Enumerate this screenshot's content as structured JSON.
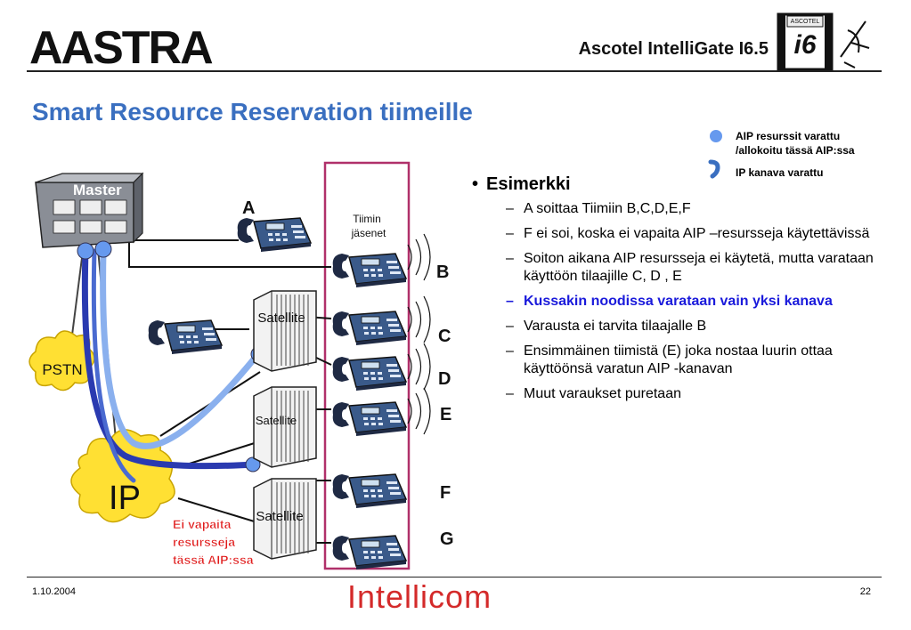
{
  "header": {
    "logo_text": "AASTRA",
    "product": "Ascotel IntelliGate I6.5",
    "badge_text": "i6",
    "badge_small": "ASCOTEL"
  },
  "title": "Smart Resource Reservation tiimeille",
  "legend": {
    "aip_line1": "AIP resurssit varattu",
    "aip_line2": "/allokoitu tässä AIP:ssa",
    "ip_channel": "IP kanava varattu"
  },
  "diagram": {
    "master": "Master",
    "pstn": "PSTN",
    "ip": "IP",
    "satellite1": "Satellite",
    "satellite2": "Satellite",
    "satellite3": "Satellite",
    "team_line1": "Tiimin",
    "team_line2": "jäsenet",
    "label_a": "A",
    "label_b": "B",
    "label_c": "C",
    "label_d": "D",
    "label_e": "E",
    "label_f": "F",
    "label_g": "G",
    "no_resources_line1": "Ei vapaita",
    "no_resources_line2": "resursseja",
    "no_resources_line3": "tässä AIP:ssa"
  },
  "bullets": {
    "heading": "Esimerkki",
    "items": [
      {
        "text": "A soittaa Tiimiin  B,C,D,E,F"
      },
      {
        "text": "F ei soi, koska ei vapaita AIP –resursseja käytettävissä"
      },
      {
        "text": "Soiton aikana AIP resursseja ei käytetä, mutta varataan käyttöön tilaajille C, D , E"
      },
      {
        "text": "Kussakin noodissa varataan vain yksi kanava"
      },
      {
        "text": "Varausta ei tarvita tilaajalle B"
      },
      {
        "text": "Ensimmäinen tiimistä (E) joka nostaa luurin ottaa käyttöönsä varatun AIP -kanavan"
      },
      {
        "text": "Muut varaukset puretaan"
      }
    ]
  },
  "footer": {
    "date": "1.10.2004",
    "brand": "Intellicom",
    "page": "22"
  },
  "colors": {
    "title_blue": "#3a6fc0",
    "highlight_blue": "#1a1adb",
    "cloud_yellow": "#ffe033",
    "team_box": "#b0306a",
    "aip_dot": "#6699ee",
    "brand_red": "#d42a2a"
  }
}
